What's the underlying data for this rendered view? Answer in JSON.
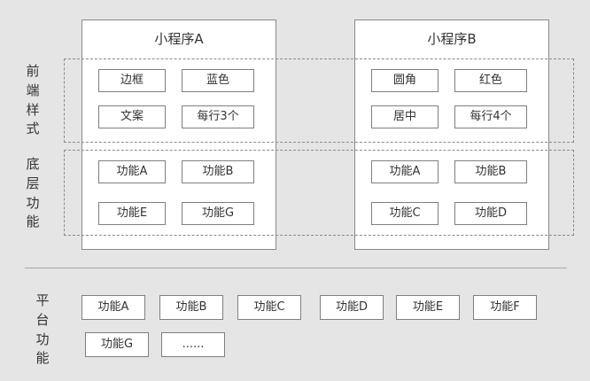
{
  "colors": {
    "background": "#e5e5e5",
    "box_fill": "#ffffff",
    "box_border": "#8a8a8a",
    "dashed_border": "#8a8a8a",
    "text": "#333333"
  },
  "layers": {
    "frontend": {
      "label": "前端样式"
    },
    "underlying": {
      "label": "底层功能"
    },
    "platform": {
      "label": "平台功能"
    }
  },
  "apps": [
    {
      "title": "小程序A",
      "frontend_items": [
        "边框",
        "蓝色",
        "文案",
        "每行3个"
      ],
      "underlying_items": [
        "功能A",
        "功能B",
        "功能E",
        "功能G"
      ]
    },
    {
      "title": "小程序B",
      "frontend_items": [
        "圆角",
        "红色",
        "居中",
        "每行4个"
      ],
      "underlying_items": [
        "功能A",
        "功能B",
        "功能C",
        "功能D"
      ]
    }
  ],
  "platform_items": [
    "功能A",
    "功能B",
    "功能C",
    "功能D",
    "功能E",
    "功能F",
    "功能G",
    "......"
  ]
}
